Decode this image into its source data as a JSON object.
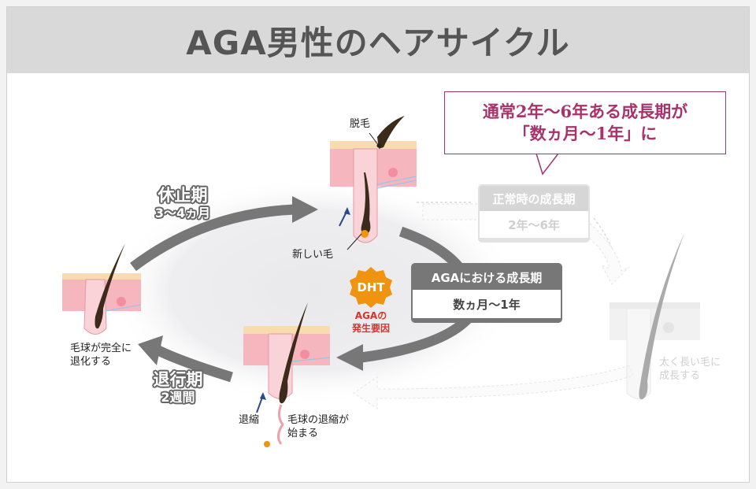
{
  "title": "AGA男性のヘアサイクル",
  "callout": {
    "line1": "通常2年〜6年ある成長期が",
    "line2": "「数ヵ月〜1年」に"
  },
  "phases": {
    "resting": {
      "name": "休止期",
      "duration": "3〜4ヵ月"
    },
    "regression": {
      "name": "退行期",
      "duration": "2週間"
    }
  },
  "normal_growth": {
    "title": "正常時の成長期",
    "duration": "2年〜6年"
  },
  "aga_growth": {
    "title": "AGAにおける成長期",
    "duration": "数ヵ月〜1年"
  },
  "dht": {
    "badge": "DHT",
    "cause_line1": "AGAの",
    "cause_line2": "発生要因"
  },
  "labels": {
    "shedding": "脱毛",
    "new_hair": "新しい毛",
    "bulb_fully_regressed": "毛球が完全に\n退化する",
    "shrink": "退縮",
    "bulb_shrink_starts": "毛球の退縮が\n始まる",
    "thick_long_hair": "太く長い毛に\n成長する"
  },
  "colors": {
    "accent": "#a8336b",
    "dht": "#f0940f",
    "cause": "#d8332a",
    "arrow": "#777777",
    "skin": "#f6b6bd",
    "hair": "#3c2a1a"
  }
}
